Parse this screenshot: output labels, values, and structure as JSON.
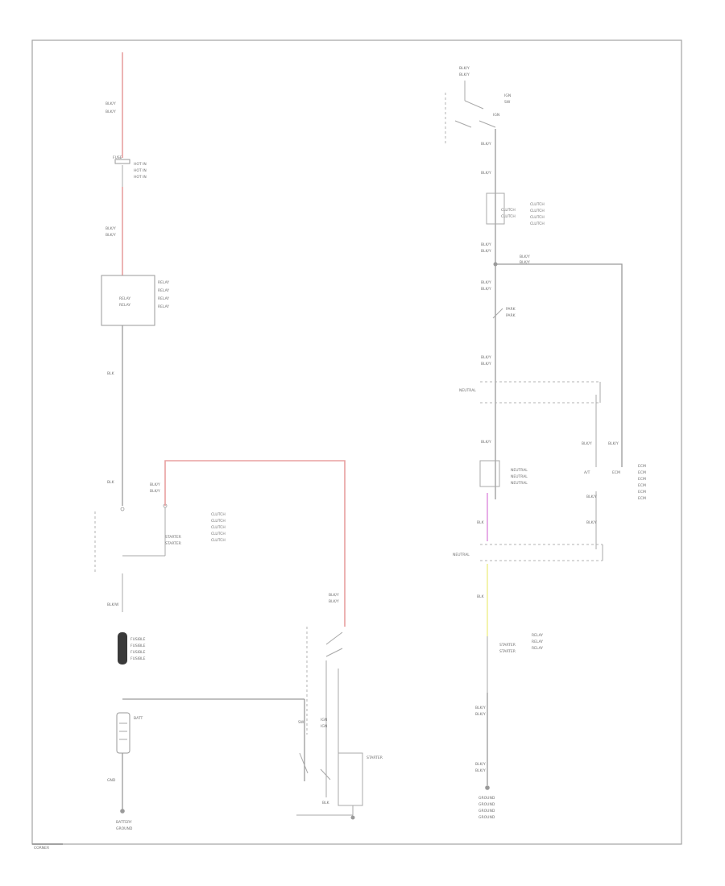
{
  "labels": {
    "l1": "BLK/Y",
    "l2": "FUSE",
    "l3": "HOT IN",
    "l4": "BLK/Y",
    "l5": "RELAY",
    "l6": "STARTER",
    "l7": "BATT",
    "l8": "GND",
    "l9": "BATTERY",
    "l10": "GROUND",
    "l11": "BLK/W",
    "l12": "SW",
    "l13": "IGN",
    "l14": "BLK/Y",
    "l15": "CLUTCH",
    "l16": "BLK/Y",
    "l17": "PARK",
    "l18": "BLK",
    "l19": "A/T",
    "l20": "ECM",
    "l21": "NEUTRAL",
    "l22": "BLK/Y",
    "l23": "BLK",
    "l24": "FUSIBLE",
    "l25": "GROUND",
    "l26": "CORNER"
  },
  "colors": {
    "wire_gray": "#9a9a9a",
    "wire_red": "#e8a0a0",
    "wire_magenta": "#e39ae3",
    "wire_yellow": "#f2f2a6",
    "frame": "#9a9a9a"
  }
}
